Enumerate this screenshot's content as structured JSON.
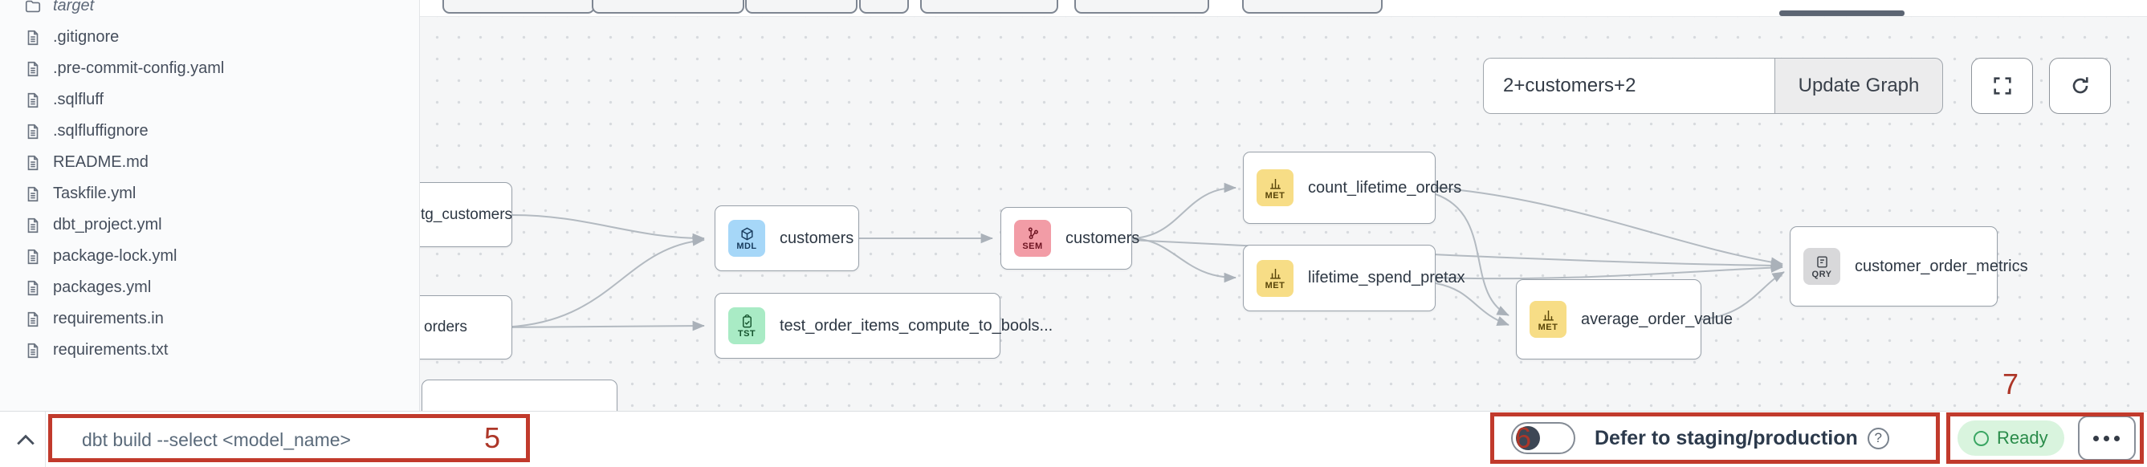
{
  "colors": {
    "annotation_red": "#c13a2c",
    "badge_model_bg": "#a6d7f8",
    "badge_test_bg": "#a9ebc5",
    "badge_semantic_bg": "#f29ca6",
    "badge_metric_bg": "#f7dd86",
    "badge_query_bg": "#d8d8da",
    "ready_pill_bg": "#d9f4de",
    "ready_text": "#2a8c4a",
    "canvas_bg": "#f5f6f7",
    "edge_color": "#b3bac1"
  },
  "file_explorer": {
    "items": [
      {
        "label": "target",
        "icon": "folder-icon"
      },
      {
        "label": ".gitignore",
        "icon": "file-icon"
      },
      {
        "label": ".pre-commit-config.yaml",
        "icon": "file-icon"
      },
      {
        "label": ".sqlfluff",
        "icon": "file-icon"
      },
      {
        "label": ".sqlfluffignore",
        "icon": "file-icon"
      },
      {
        "label": "README.md",
        "icon": "file-icon"
      },
      {
        "label": "Taskfile.yml",
        "icon": "file-icon"
      },
      {
        "label": "dbt_project.yml",
        "icon": "file-icon"
      },
      {
        "label": "package-lock.yml",
        "icon": "file-icon"
      },
      {
        "label": "packages.yml",
        "icon": "file-icon"
      },
      {
        "label": "requirements.in",
        "icon": "file-icon"
      },
      {
        "label": "requirements.txt",
        "icon": "file-icon"
      }
    ]
  },
  "lineage": {
    "selector_input": {
      "value": "2+customers+2"
    },
    "update_button_label": "Update Graph",
    "toolbar_icons": [
      "fullscreen-icon",
      "refresh-icon"
    ],
    "nodes": [
      {
        "id": "n0",
        "label": "tg_customers",
        "badge": ""
      },
      {
        "id": "n1",
        "label": "orders",
        "badge": ""
      },
      {
        "id": "n2",
        "label": "customers",
        "badge": "MDL"
      },
      {
        "id": "n3",
        "label": "test_order_items_compute_to_bools...",
        "badge": "TST"
      },
      {
        "id": "n4",
        "label": "customers",
        "badge": "SEM"
      },
      {
        "id": "n5",
        "label": "count_lifetime_orders",
        "badge": "MET"
      },
      {
        "id": "n6",
        "label": "lifetime_spend_pretax",
        "badge": "MET"
      },
      {
        "id": "n7",
        "label": "average_order_value",
        "badge": "MET"
      },
      {
        "id": "n8",
        "label": "customer_order_metrics",
        "badge": "QRY"
      }
    ],
    "edges": [
      {
        "from": "n0",
        "to": "n2"
      },
      {
        "from": "n1",
        "to": "n2"
      },
      {
        "from": "n1",
        "to": "n3"
      },
      {
        "from": "n2",
        "to": "n4"
      },
      {
        "from": "n4",
        "to": "n5"
      },
      {
        "from": "n4",
        "to": "n6"
      },
      {
        "from": "n4",
        "to": "n8"
      },
      {
        "from": "n5",
        "to": "n8"
      },
      {
        "from": "n5",
        "to": "n7"
      },
      {
        "from": "n6",
        "to": "n8"
      },
      {
        "from": "n6",
        "to": "n7"
      },
      {
        "from": "n7",
        "to": "n8"
      }
    ]
  },
  "command_bar": {
    "collapse_icon": "chevron-up-icon",
    "command_placeholder": "dbt build --select <model_name>",
    "defer_toggle": {
      "label": "Defer to staging/production",
      "state": "off",
      "help_icon": "question-mark-icon",
      "help_glyph": "?"
    },
    "status": {
      "label": "Ready",
      "icon": "ready-ring-icon"
    },
    "more_icon": "ellipsis-icon"
  },
  "annotations": {
    "marks": [
      {
        "number": "5",
        "target": "command-input"
      },
      {
        "number": "6",
        "target": "defer-toggle-group"
      },
      {
        "number": "7",
        "target": "status-group"
      }
    ]
  }
}
